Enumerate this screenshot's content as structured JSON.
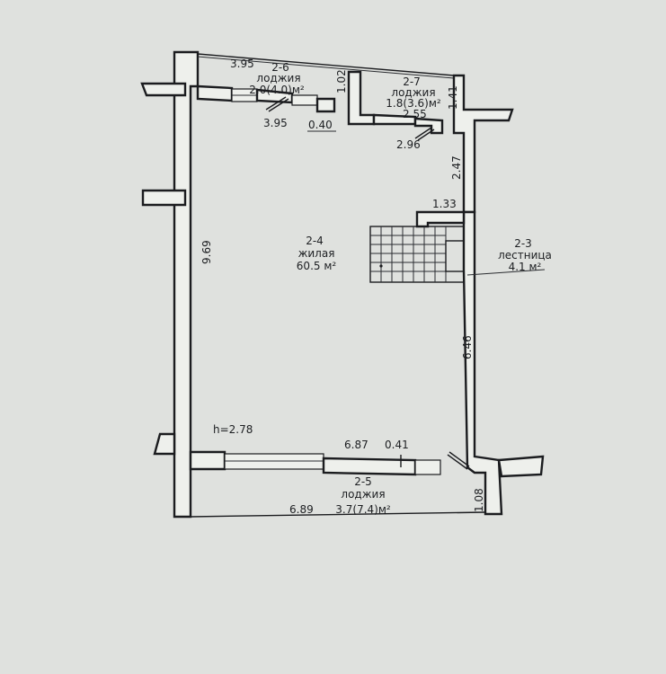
{
  "title": "",
  "rooms": {
    "r24": {
      "id": "2-4",
      "name": "жилая",
      "area": "60.5 м²"
    },
    "r23": {
      "id": "2-3",
      "name": "лестница",
      "area": "4.1 м²"
    },
    "r25": {
      "id": "2-5",
      "name": "лоджия",
      "area": "3.7(7.4)м²"
    },
    "r26": {
      "id": "2-6",
      "name": "лоджия",
      "area": "2.0(4.0)м²"
    },
    "r27": {
      "id": "2-7",
      "name": "лоджия",
      "area": "1.8(3.6)м²"
    }
  },
  "dimensions": {
    "d_395_top": "3.95",
    "d_395_bottom": "3.95",
    "d_102": "1.02",
    "d_040": "0.40",
    "d_255": "2.55",
    "d_141": "1.41",
    "d_296": "2.96",
    "d_247": "2.47",
    "d_133": "1.33",
    "d_969": "9.69",
    "d_646": "6.46",
    "d_687": "6.87",
    "d_041": "0.41",
    "d_108": "1.08",
    "d_689": "6.89"
  },
  "ceiling_height": "h=2.78"
}
